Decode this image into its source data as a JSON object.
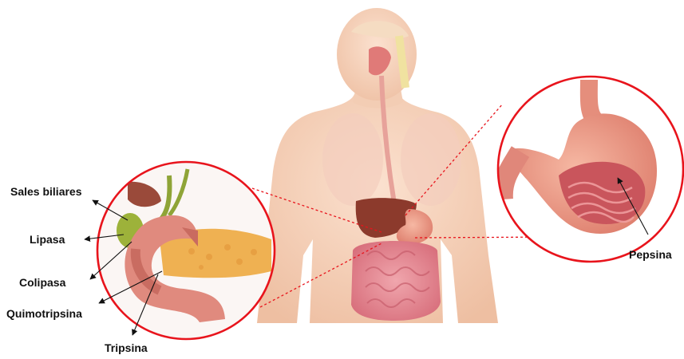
{
  "labels": {
    "sales_biliares": "Sales biliares",
    "lipasa": "Lipasa",
    "colipasa": "Colipasa",
    "quimotripsina": "Quimotripsina",
    "tripsina": "Tripsina",
    "pepsina": "Pepsina"
  },
  "colors": {
    "callout_circle": "#e8141c",
    "connector": "#e8141c",
    "arrow": "#111111",
    "skin": "#f2c4a8",
    "stomach": "#e9897a",
    "intestine": "#e0838d",
    "liver": "#8c3a2c",
    "pancreas": "#efb152",
    "gallbladder": "#9db23a"
  }
}
